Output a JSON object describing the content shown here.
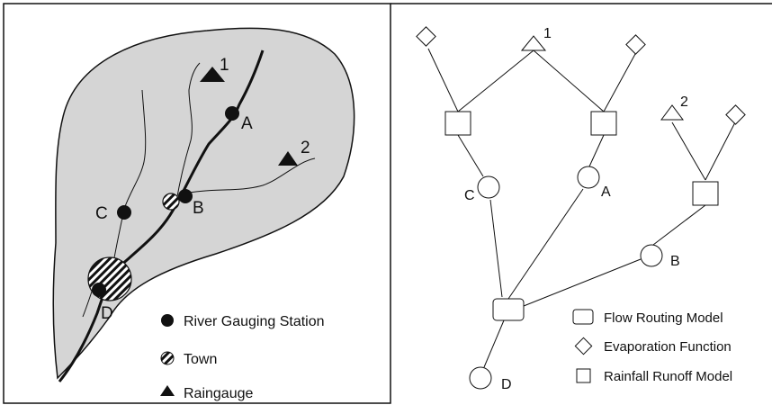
{
  "left_panel": {
    "labels": {
      "gauge_a": "A",
      "gauge_b": "B",
      "gauge_c": "C",
      "gauge_d": "D",
      "rain_1": "1",
      "rain_2": "2"
    },
    "legend": [
      {
        "symbol": "filled-circle",
        "label": "River Gauging Station"
      },
      {
        "symbol": "hatched-circle",
        "label": "Town"
      },
      {
        "symbol": "filled-triangle",
        "label": "Raingauge"
      }
    ]
  },
  "right_panel": {
    "labels": {
      "node_a": "A",
      "node_b": "B",
      "node_c": "C",
      "node_d": "D",
      "rain_1": "1",
      "rain_2": "2"
    },
    "legend": [
      {
        "symbol": "rounded-rectangle",
        "label": "Flow Routing Model"
      },
      {
        "symbol": "diamond",
        "label": "Evaporation Function"
      },
      {
        "symbol": "square",
        "label": "Rainfall Runoff Model"
      }
    ]
  }
}
